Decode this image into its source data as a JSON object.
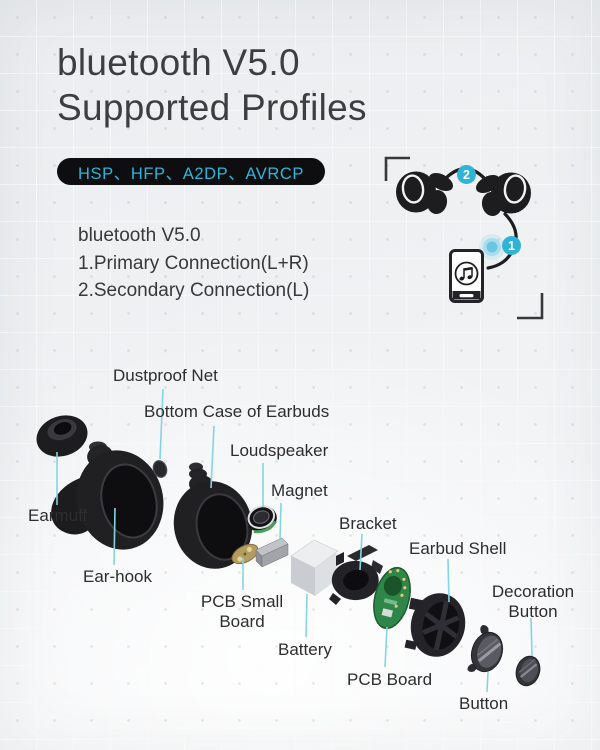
{
  "title": {
    "line1": "bluetooth V5.0",
    "line2": "Supported Profiles"
  },
  "badge": {
    "text": "HSP、HFP、A2DP、AVRCP"
  },
  "info": {
    "line1": "bluetooth V5.0",
    "line2": "1.Primary Connection(L+R)",
    "line3": "2.Secondary Connection(L)"
  },
  "illustration": {
    "marker_primary": "1",
    "marker_secondary": "2"
  },
  "diagram": {
    "labels": {
      "dustproof_net": "Dustproof Net",
      "bottom_case": "Bottom Case of Earbuds",
      "loudspeaker": "Loudspeaker",
      "magnet": "Magnet",
      "earmuff": "Earmuff",
      "ear_hook": "Ear-hook",
      "pcb_small_board": "PCB Small Board",
      "battery": "Battery",
      "bracket": "Bracket",
      "earbud_shell": "Earbud Shell",
      "pcb_board": "PCB Board",
      "button": "Button",
      "decoration_button": "Decoration Button"
    }
  },
  "colors": {
    "accent_cyan": "#2fb4d8",
    "leader_line": "#85d4e3",
    "badge_bg": "#0e0e11",
    "text_dark": "#3e3e41"
  }
}
